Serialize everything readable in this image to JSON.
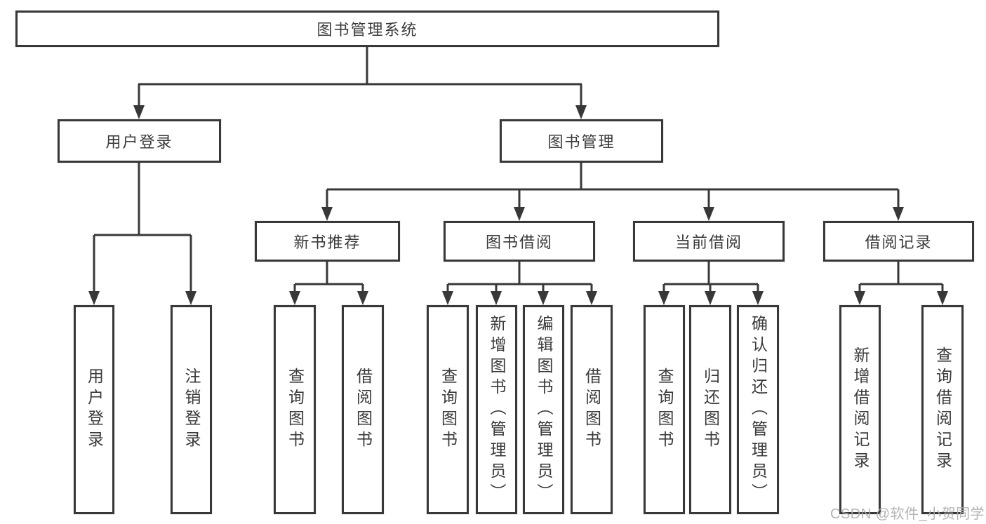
{
  "title": "图书管理系统",
  "tree": {
    "label": "图书管理系统",
    "children": [
      {
        "label": "用户登录",
        "children": [
          {
            "label": "用户登录"
          },
          {
            "label": "注销登录"
          }
        ]
      },
      {
        "label": "图书管理",
        "children": [
          {
            "label": "新书推荐",
            "children": [
              {
                "label": "查询图书"
              },
              {
                "label": "借阅图书"
              }
            ]
          },
          {
            "label": "图书借阅",
            "children": [
              {
                "label": "查询图书"
              },
              {
                "label": "新增图书（管理员）"
              },
              {
                "label": "编辑图书（管理员）"
              },
              {
                "label": "借阅图书"
              }
            ]
          },
          {
            "label": "当前借阅",
            "children": [
              {
                "label": "查询图书"
              },
              {
                "label": "归还图书"
              },
              {
                "label": "确认归还（管理员）"
              }
            ]
          },
          {
            "label": "借阅记录",
            "children": [
              {
                "label": "新增借阅记录"
              },
              {
                "label": "查询借阅记录"
              }
            ]
          }
        ]
      }
    ]
  },
  "watermark": "CSDN @软件_小贺同学",
  "colors": {
    "line": "#383838",
    "text": "#3a3a3a",
    "watermark": "#acacac",
    "background": "#ffffff"
  }
}
